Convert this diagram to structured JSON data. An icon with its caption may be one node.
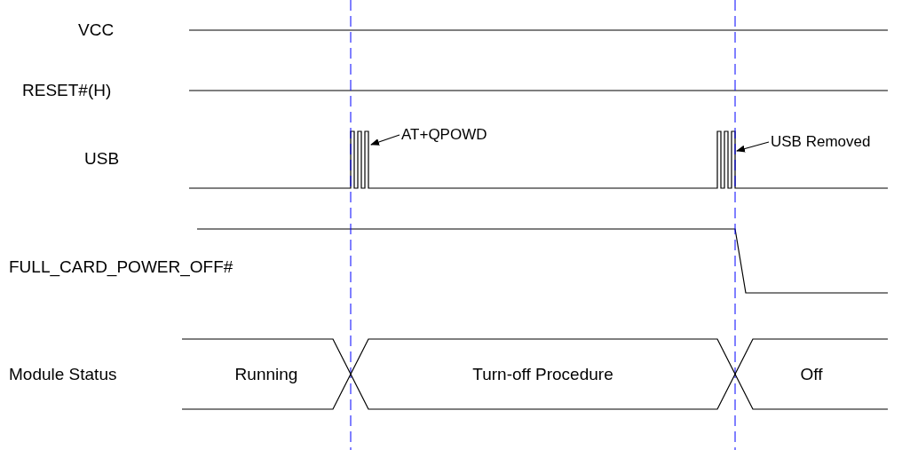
{
  "diagram": {
    "nodes": [
      {
        "text": [
          "Running"
        ]
      },
      {
        "text": [
          "Turn-off Procedure"
        ]
      },
      {
        "text": [
          "Off"
        ]
      },
      {
        "text": [
          "AT+QPOWD"
        ]
      },
      {
        "text": [
          "USB Removed"
        ]
      }
    ],
    "edges": [
      {
        "from": 3,
        "to": null,
        "arrow": "to"
      },
      {
        "from": 4,
        "to": null,
        "arrow": "to"
      }
    ],
    "labels": [
      "VCC",
      "RESET#(H)",
      "USB",
      "FULL_CARD_POWER_OFF#",
      "Module Status"
    ]
  }
}
